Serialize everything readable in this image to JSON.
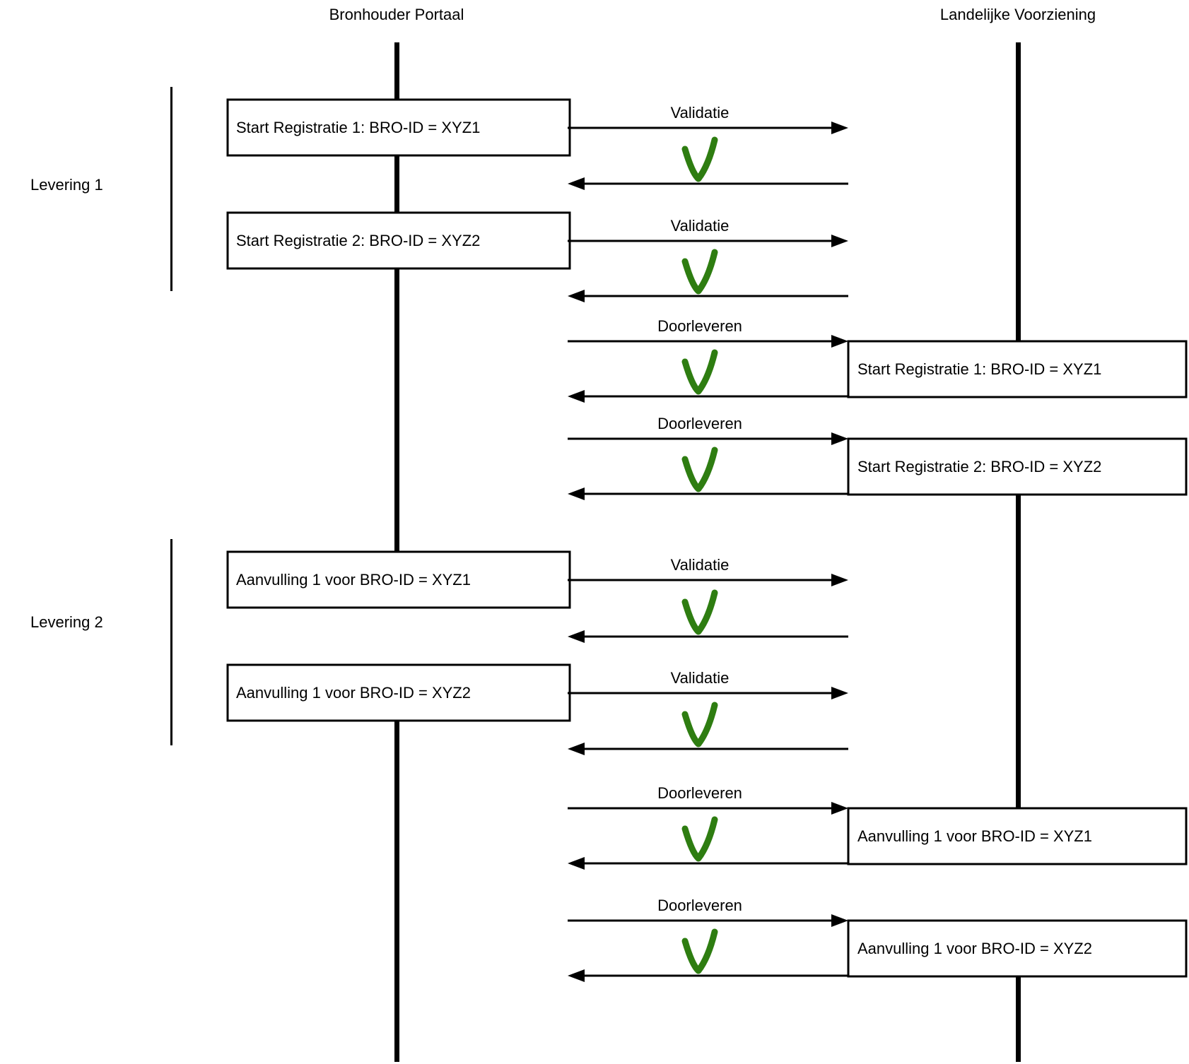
{
  "diagram": {
    "type": "sequence-diagram",
    "columns": {
      "left": {
        "title": "Bronhouder Portaal"
      },
      "right": {
        "title": "Landelijke Voorziening"
      }
    },
    "groups": [
      {
        "label": "Levering 1"
      },
      {
        "label": "Levering 2"
      }
    ],
    "left_boxes": [
      {
        "text": "Start Registratie 1: BRO-ID = XYZ1"
      },
      {
        "text": "Start Registratie 2: BRO-ID = XYZ2"
      },
      {
        "text": "Aanvulling 1 voor BRO-ID = XYZ1"
      },
      {
        "text": "Aanvulling 1 voor BRO-ID = XYZ2"
      }
    ],
    "right_boxes": [
      {
        "text": "Start Registratie 1: BRO-ID = XYZ1"
      },
      {
        "text": "Start Registratie 2: BRO-ID = XYZ2"
      },
      {
        "text": "Aanvulling 1 voor BRO-ID = XYZ1"
      },
      {
        "text": "Aanvulling 1 voor BRO-ID = XYZ2"
      }
    ],
    "messages": [
      {
        "label": "Validatie",
        "result_icon": "green-checkmark"
      },
      {
        "label": "Validatie",
        "result_icon": "green-checkmark"
      },
      {
        "label": "Doorleveren",
        "result_icon": "green-checkmark"
      },
      {
        "label": "Doorleveren",
        "result_icon": "green-checkmark"
      },
      {
        "label": "Validatie",
        "result_icon": "green-checkmark"
      },
      {
        "label": "Validatie",
        "result_icon": "green-checkmark"
      },
      {
        "label": "Doorleveren",
        "result_icon": "green-checkmark"
      },
      {
        "label": "Doorleveren",
        "result_icon": "green-checkmark"
      }
    ],
    "colors": {
      "check_green": "#2e7d11",
      "line_black": "#000000",
      "background": "#ffffff"
    }
  }
}
